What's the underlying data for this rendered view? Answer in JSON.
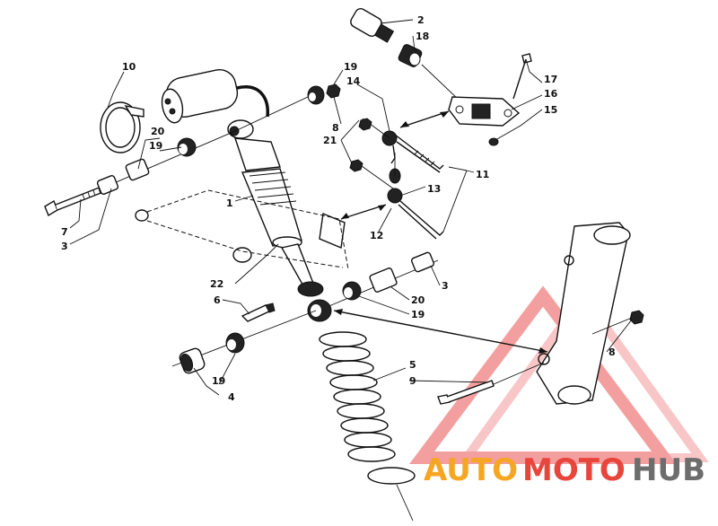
{
  "callouts": [
    {
      "id": "c2",
      "label": "2"
    },
    {
      "id": "c18",
      "label": "18"
    },
    {
      "id": "c10",
      "label": "10"
    },
    {
      "id": "c19a",
      "label": "19"
    },
    {
      "id": "c14",
      "label": "14"
    },
    {
      "id": "c17",
      "label": "17"
    },
    {
      "id": "c16",
      "label": "16"
    },
    {
      "id": "c15",
      "label": "15"
    },
    {
      "id": "c8a",
      "label": "8"
    },
    {
      "id": "c20a",
      "label": "20"
    },
    {
      "id": "c21",
      "label": "21"
    },
    {
      "id": "c19b",
      "label": "19"
    },
    {
      "id": "c11",
      "label": "11"
    },
    {
      "id": "c13",
      "label": "13"
    },
    {
      "id": "c1",
      "label": "1"
    },
    {
      "id": "c12",
      "label": "12"
    },
    {
      "id": "c7",
      "label": "7"
    },
    {
      "id": "c3a",
      "label": "3"
    },
    {
      "id": "c3b",
      "label": "3"
    },
    {
      "id": "c22",
      "label": "22"
    },
    {
      "id": "c6",
      "label": "6"
    },
    {
      "id": "c20b",
      "label": "20"
    },
    {
      "id": "c19c",
      "label": "19"
    },
    {
      "id": "c8b",
      "label": "8"
    },
    {
      "id": "c5",
      "label": "5"
    },
    {
      "id": "c9",
      "label": "9"
    },
    {
      "id": "c19d",
      "label": "19"
    },
    {
      "id": "c4",
      "label": "4"
    }
  ],
  "watermark": {
    "part1": "AUTO",
    "part2": "MOTO",
    "part3": "HUB",
    "color_orange": "#f5a623",
    "color_red": "#e8453c",
    "color_gray": "#6d6d6d"
  }
}
